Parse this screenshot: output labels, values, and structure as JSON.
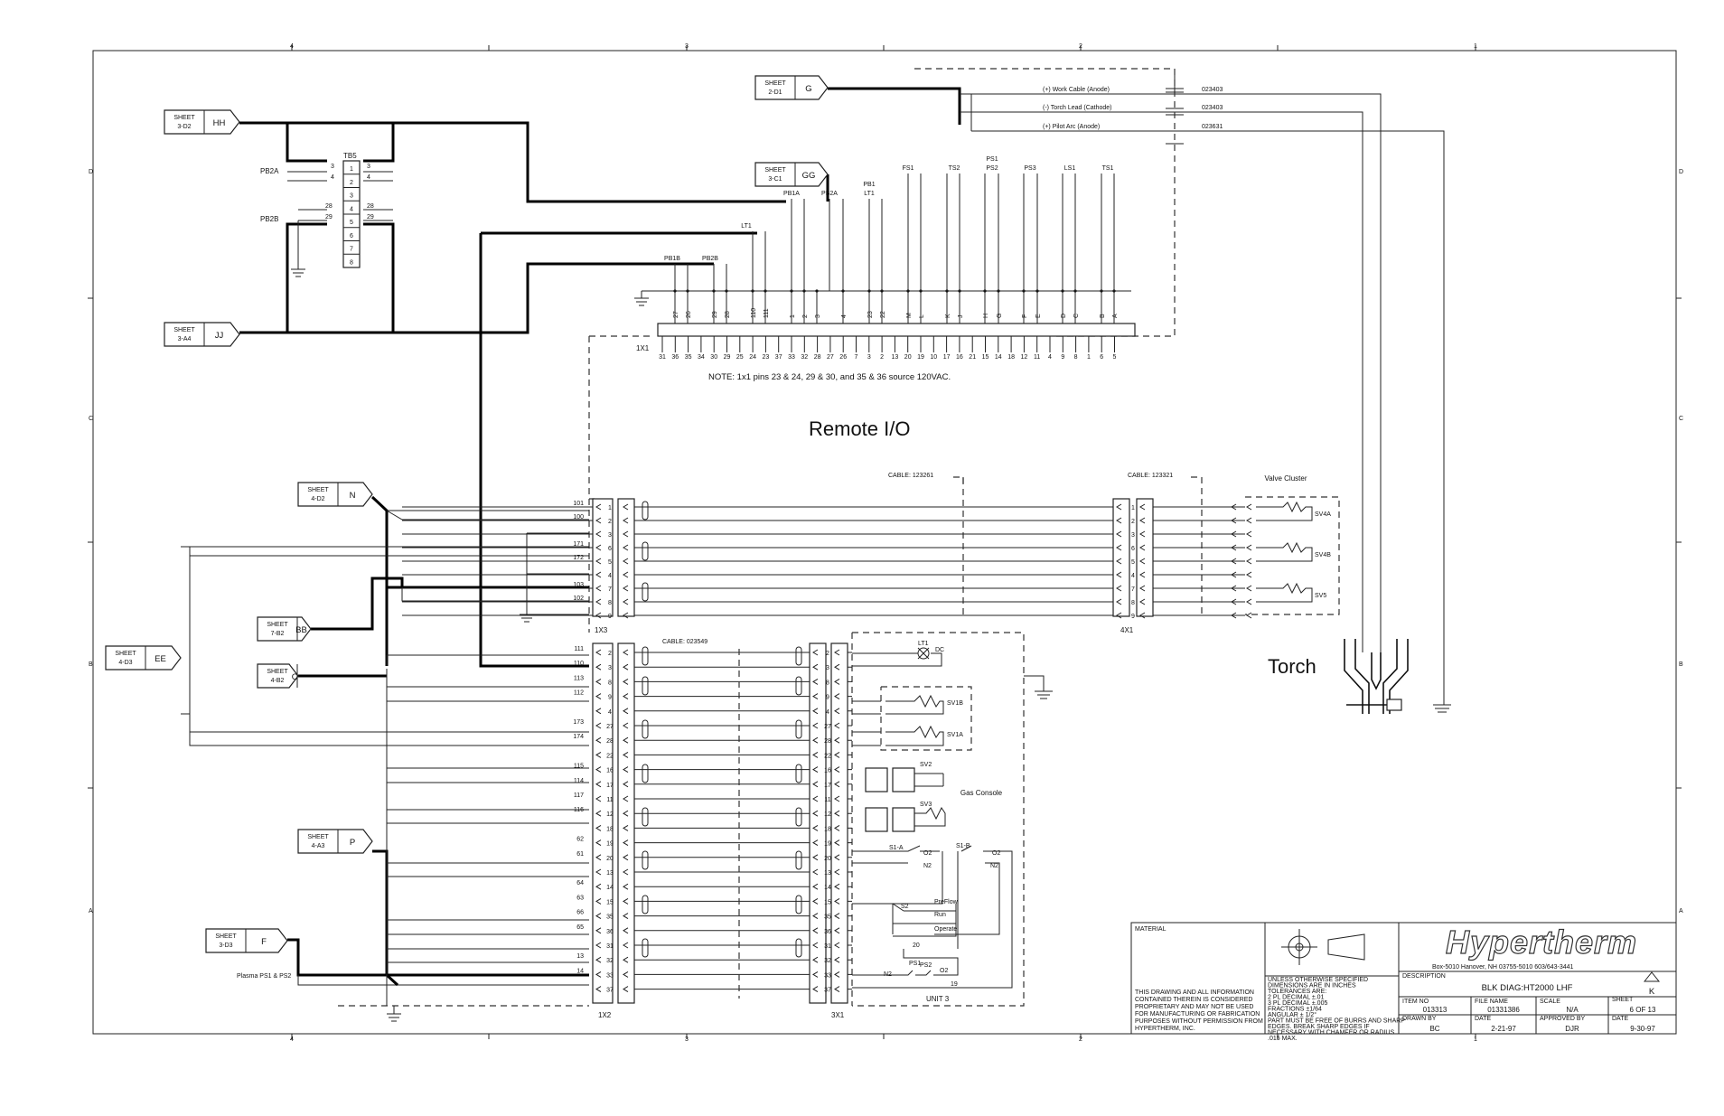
{
  "border_letters": [
    "D",
    "C",
    "B",
    "A"
  ],
  "border_numbers": [
    "4",
    "3",
    "2",
    "1"
  ],
  "sheet_refs": [
    {
      "sheet": "SHEET",
      "ref": "3-D2",
      "tag": "HH"
    },
    {
      "sheet": "SHEET",
      "ref": "3-A4",
      "tag": "JJ"
    },
    {
      "sheet": "SHEET",
      "ref": "2-D1",
      "tag": "G"
    },
    {
      "sheet": "SHEET",
      "ref": "3-C1",
      "tag": "GG"
    },
    {
      "sheet": "SHEET",
      "ref": "4-D2",
      "tag": "N"
    },
    {
      "sheet": "SHEET",
      "ref": "7-B2",
      "tag": "BB"
    },
    {
      "sheet": "SHEET",
      "ref": "4-D3",
      "tag": "EE"
    },
    {
      "sheet": "SHEET",
      "ref": "4-B2",
      "tag": "O"
    },
    {
      "sheet": "SHEET",
      "ref": "4-A3",
      "tag": "P"
    },
    {
      "sheet": "SHEET",
      "ref": "3-D3",
      "tag": "F"
    }
  ],
  "tb5": {
    "label": "TB5",
    "pins": [
      "1",
      "2",
      "3",
      "4",
      "5",
      "6",
      "7",
      "8"
    ],
    "pb2a": "PB2A",
    "pb2b": "PB2B",
    "wires": [
      "3",
      "4",
      "28",
      "29"
    ]
  },
  "work_leads": [
    {
      "label": "(+) Work Cable (Anode)",
      "part": "023403"
    },
    {
      "label": "(-) Torch Lead (Cathode)",
      "part": "023403"
    },
    {
      "label": "(+) Pilot Arc (Anode)",
      "part": "023631"
    }
  ],
  "x1": {
    "label": "1X1",
    "switch_labels": [
      "FS1",
      "TS2",
      "PS1",
      "PS2",
      "PS3",
      "LS1",
      "TS1",
      "PB1",
      "LT1",
      "PB1A",
      "PB2A",
      "LT1",
      "PB1B",
      "PB2B"
    ],
    "wire_labels": [
      "27",
      "26",
      "29",
      "28",
      "110",
      "111",
      "1",
      "2",
      "3",
      "4",
      "23",
      "22",
      "M",
      "L",
      "K",
      "J",
      "H",
      "G",
      "F",
      "E",
      "D",
      "C",
      "B",
      "A"
    ],
    "pins": [
      "31",
      "36",
      "35",
      "34",
      "30",
      "29",
      "25",
      "24",
      "23",
      "37",
      "33",
      "32",
      "28",
      "27",
      "26",
      "7",
      "3",
      "2",
      "13",
      "20",
      "19",
      "10",
      "17",
      "16",
      "21",
      "15",
      "14",
      "18",
      "12",
      "11",
      "4",
      "9",
      "8",
      "1",
      "6",
      "5"
    ]
  },
  "note": "NOTE: 1x1 pins 23 & 24, 29 & 30, and 35 & 36 source 120VAC.",
  "remote_io": "Remote I/O",
  "torch": "Torch",
  "x1x3": {
    "label": "1X3",
    "cable1": "CABLE: 123261",
    "cable2": "CABLE: 123321",
    "x4_label": "4X1",
    "wires": [
      "101",
      "100",
      "",
      "171",
      "172",
      "",
      "103",
      "102",
      ""
    ],
    "pins": [
      "1",
      "2",
      "3",
      "6",
      "5",
      "4",
      "7",
      "8",
      "9"
    ],
    "valve_cluster": "Valve Cluster",
    "valves": [
      "SV4A",
      "SV4B",
      "SV5"
    ]
  },
  "x1x2": {
    "label": "1X2",
    "x3_label": "3X1",
    "cable": "CABLE: 023549",
    "wires": [
      "111",
      "110",
      "113",
      "112",
      "",
      "173",
      "174",
      "",
      "115",
      "114",
      "117",
      "116",
      "",
      "62",
      "61",
      "",
      "64",
      "63",
      "66",
      "65",
      "",
      "13",
      "14",
      ""
    ],
    "pins": [
      "2",
      "3",
      "8",
      "9",
      "4",
      "27",
      "28",
      "22",
      "16",
      "17",
      "11",
      "12",
      "18",
      "19",
      "20",
      "13",
      "14",
      "15",
      "35",
      "36",
      "31",
      "32",
      "33",
      "37"
    ]
  },
  "gas_console": {
    "label": "Gas Console",
    "unit": "UNIT 3",
    "lt1": "LT1",
    "dc": "DC",
    "sv": [
      "SV1B",
      "SV1A",
      "SV2",
      "SV3"
    ],
    "s1a": "S1-A",
    "s1b": "S1-B",
    "o2": "O2",
    "n2": "N2",
    "s2": "S2",
    "modes": [
      "PreFlow",
      "Run",
      "Operate"
    ],
    "ps1": "PS1",
    "ps2": "PS2",
    "num20": "20",
    "num19": "19"
  },
  "plasma_label": "Plasma PS1 & PS2",
  "title_block": {
    "material": "MATERIAL",
    "proprietary": "THIS DRAWING AND ALL INFORMATION CONTAINED THEREIN IS CONSIDERED PROPRIETARY AND MAY NOT BE USED FOR MANUFACTURING OR FABRICATION PURPOSES WITHOUT PERMISSION FROM HYPERTHERM, INC.",
    "tolerances": [
      "UNLESS OTHERWISE SPECIFIED",
      "DIMENSIONS ARE IN INCHES",
      "TOLERANCES ARE:",
      "2 PL DECIMAL ±.01",
      "3 PL DECIMAL ±.005",
      "FRACTIONS ±1/64",
      "ANGULAR ± 1/2°",
      "PART MUST BE FREE OF BURRS AND SHARP EDGES. BREAK SHARP EDGES IF NECESSARY WITH CHAMFER OR RADIUS .015 MAX."
    ],
    "company": "Hypertherm",
    "address": "Box-5010 Hanover, NH 03755-5010 603/643-3441",
    "description_label": "DESCRIPTION",
    "description": "BLK DIAG:HT2000 LHF",
    "rev": "K",
    "item_no_label": "ITEM NO",
    "item_no": "013313",
    "file_name_label": "FILE NAME",
    "file_name": "01331386",
    "scale_label": "SCALE",
    "scale": "N/A",
    "sheet_label": "SHEET",
    "sheet": "6 OF 13",
    "drawn_by_label": "DRAWN BY",
    "drawn_by": "BC",
    "date_label": "DATE",
    "date1": "2-21-97",
    "approved_by_label": "APPROVED BY",
    "approved_by": "DJR",
    "date2": "9-30-97"
  }
}
